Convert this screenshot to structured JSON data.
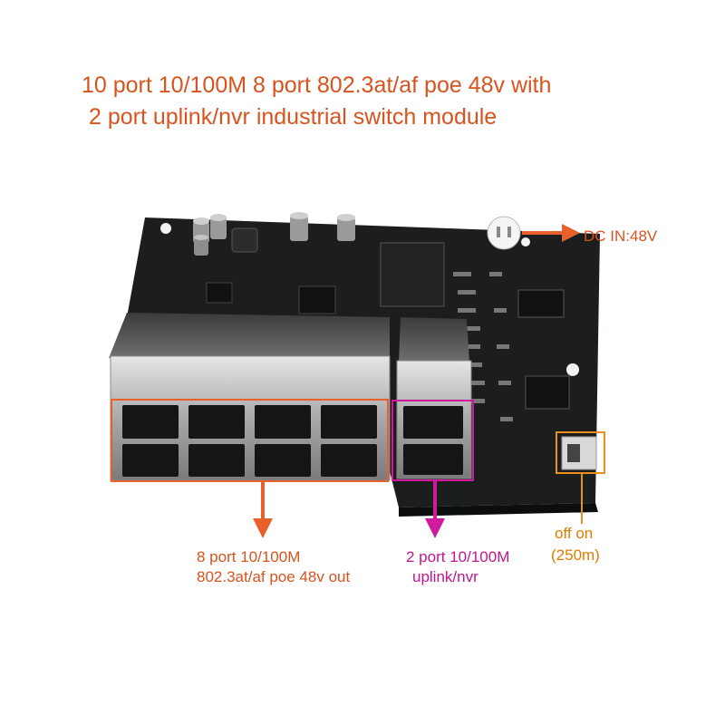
{
  "title": {
    "line1": "10 port 10/100M 8 port 802.3at/af poe 48v with",
    "line2": "2 port uplink/nvr industrial switch module"
  },
  "annotations": {
    "dc_in": "DC IN:48V",
    "poe_ports_line1": "8 port 10/100M",
    "poe_ports_line2": "802.3at/af poe 48v out",
    "uplink_ports_line1": "2 port 10/100M",
    "uplink_ports_line2": "uplink/nvr",
    "switch_line1": "off on",
    "switch_line2": "(250m)"
  },
  "colors": {
    "title": "#d9531e",
    "arrow_orange": "#e8612c",
    "arrow_magenta": "#d0199c",
    "switch_box": "#e8901e",
    "pcb": "#1b1d1f"
  }
}
